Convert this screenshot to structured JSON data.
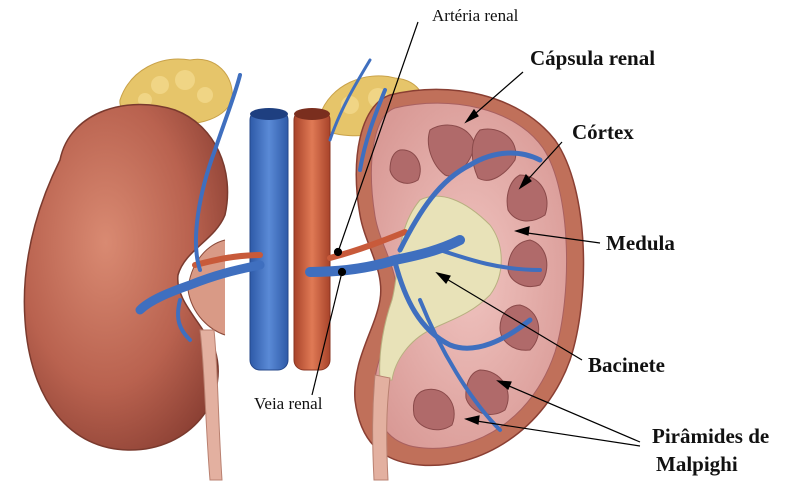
{
  "labels": {
    "arteria_renal": "Artéria renal",
    "capsula_renal": "Cápsula renal",
    "cortex": "Córtex",
    "medula": "Medula",
    "bacinete": "Bacinete",
    "veia_renal": "Veia renal",
    "piramides_line1": "Pirâmides de",
    "piramides_line2": "Malpighi"
  },
  "colors": {
    "kidney_outer": "#b9624f",
    "capsule": "#c0705a",
    "cortex": "#d99a96",
    "pyramid": "#b06a6a",
    "pelvis": "#e8e2b8",
    "vein": "#3f6fbf",
    "artery": "#c85a3a",
    "fat": "#e6c56a",
    "ureter": "#e3b0a0"
  }
}
